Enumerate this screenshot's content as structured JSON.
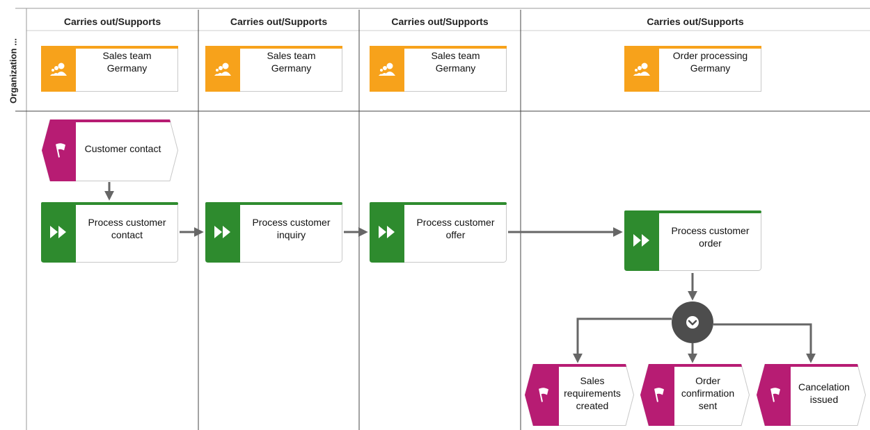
{
  "lanes": [
    {
      "header": "Carries out/Supports"
    },
    {
      "header": "Carries out/Supports"
    },
    {
      "header": "Carries out/Supports"
    },
    {
      "header": "Carries out/Supports"
    }
  ],
  "row_label": "Organization ...",
  "org_units": [
    {
      "id": "org1",
      "label_lines": [
        "Sales team",
        "Germany"
      ],
      "icon": "people-icon"
    },
    {
      "id": "org2",
      "label_lines": [
        "Sales team",
        "Germany"
      ],
      "icon": "people-icon"
    },
    {
      "id": "org3",
      "label_lines": [
        "Sales team",
        "Germany"
      ],
      "icon": "people-icon"
    },
    {
      "id": "org4",
      "label_lines": [
        "Order processing",
        "Germany"
      ],
      "icon": "people-icon"
    }
  ],
  "start_event": {
    "label_lines": [
      "Customer contact"
    ],
    "icon": "flag-icon"
  },
  "functions": [
    {
      "id": "f1",
      "label_lines": [
        "Process customer",
        "contact"
      ],
      "icon": "fast-forward-icon"
    },
    {
      "id": "f2",
      "label_lines": [
        "Process customer",
        "inquiry"
      ],
      "icon": "fast-forward-icon"
    },
    {
      "id": "f3",
      "label_lines": [
        "Process customer",
        "offer"
      ],
      "icon": "fast-forward-icon"
    },
    {
      "id": "f4",
      "label_lines": [
        "Process customer",
        "order"
      ],
      "icon": "fast-forward-icon"
    }
  ],
  "connector": {
    "type": "xor-split",
    "icon": "chevron-down-icon"
  },
  "end_events": [
    {
      "id": "e1",
      "label_lines": [
        "Sales",
        "requirements",
        "created"
      ],
      "icon": "flag-icon"
    },
    {
      "id": "e2",
      "label_lines": [
        "Order",
        "confirmation",
        "sent"
      ],
      "icon": "flag-icon"
    },
    {
      "id": "e3",
      "label_lines": [
        "Cancelation",
        "issued"
      ],
      "icon": "flag-icon"
    }
  ],
  "colors": {
    "org_accent": "#f7a21b",
    "function_accent": "#2e8b2e",
    "event_accent": "#b71c73",
    "connector": "#4d4d4d",
    "arrow": "#666666",
    "grid": "#444444"
  }
}
